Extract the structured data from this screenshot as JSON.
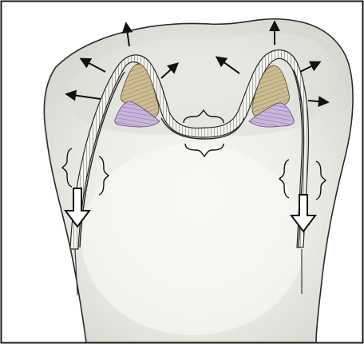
{
  "figure": {
    "colors": {
      "frame": "#1a1a1a",
      "background": "#ffffff",
      "tooth_light": "#f6f6f2",
      "tooth_mid": "#e6e6e0",
      "tooth_shade": "#d4d4ce",
      "outline": "#2a2a2a",
      "enamel_epithelium": "#efefe6",
      "dentin_layer": "#cbb990",
      "pulp_cells": "#c8b6dd",
      "arrow_fill": "#ffffff",
      "arrow_stroke": "#111111"
    },
    "cusps": [
      "left-cusp",
      "right-cusp"
    ],
    "arrow_groups": {
      "left_cusp_growth": [
        "up",
        "upper-left",
        "left",
        "upper-right"
      ],
      "right_cusp_growth": [
        "up",
        "upper-left",
        "upper-right",
        "right"
      ],
      "root_elongation": [
        "left-root",
        "right-root"
      ]
    },
    "braces": [
      "interdental-top",
      "interdental-bottom",
      "left-root-zone",
      "right-root-zone"
    ]
  }
}
